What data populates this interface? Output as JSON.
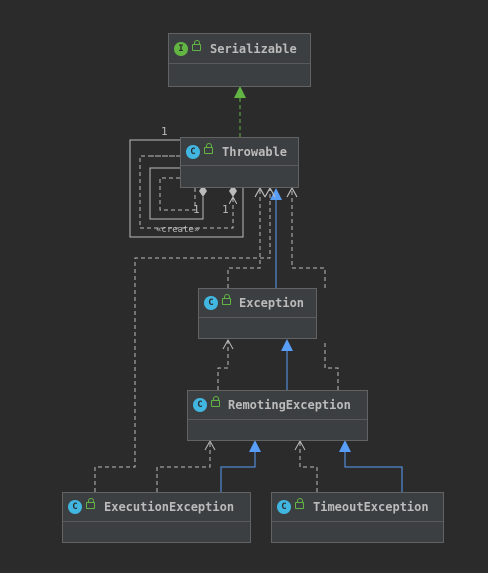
{
  "nodes": {
    "serializable": {
      "name": "Serializable",
      "kind": "I"
    },
    "throwable": {
      "name": "Throwable",
      "kind": "C"
    },
    "exception": {
      "name": "Exception",
      "kind": "C"
    },
    "remoting": {
      "name": "RemotingException",
      "kind": "C"
    },
    "execution": {
      "name": "ExecutionException",
      "kind": "C"
    },
    "timeout": {
      "name": "TimeoutException",
      "kind": "C"
    }
  },
  "labels": {
    "mult_top": "1",
    "mult_left": "1",
    "mult_right": "1",
    "create": "«create»"
  },
  "colors": {
    "background": "#2b2b2b",
    "node_fill": "#3c3f41",
    "implements_arrow": "#62b543",
    "extends_arrow": "#589df6",
    "dependency_line": "#bbbbbb"
  }
}
